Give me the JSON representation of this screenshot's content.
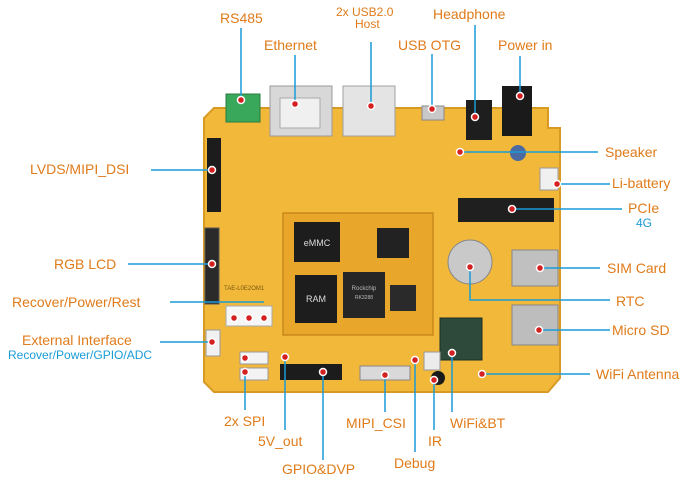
{
  "board": {
    "silkscreen": "TAE-L0E2OM1",
    "chips": {
      "emmc": "eMMC",
      "ram": "RAM",
      "soc_brand": "Rockchip",
      "soc_model": "RK3288"
    }
  },
  "labels": {
    "rs485": "RS485",
    "ethernet": "Ethernet",
    "usb_host": "2x USB2.0",
    "usb_host_sub": "Host",
    "usb_otg": "USB OTG",
    "headphone": "Headphone",
    "power_in": "Power in",
    "lvds": "LVDS/MIPI_DSI",
    "speaker": "Speaker",
    "li_battery": "Li-battery",
    "pcie": "PCIe",
    "pcie_sub": "4G",
    "rgb_lcd": "RGB LCD",
    "sim_card": "SIM Card",
    "recover": "Recover/Power/Rest",
    "rtc": "RTC",
    "ext_if": "External Interface",
    "ext_if_sub": "Recover/Power/GPIO/ADC",
    "micro_sd": "Micro SD",
    "wifi_antenna": "WiFi Antenna",
    "spi": "2x SPI",
    "mipi_csi": "MIPI_CSI",
    "wifi_bt": "WiFi&BT",
    "five_v_out": "5V_out",
    "ir": "IR",
    "gpio_dvp": "GPIO&DVP",
    "debug": "Debug"
  },
  "colors": {
    "label_text": "#e07b1a",
    "sub_text": "#1a9bd7",
    "leader_line": "#1a9bd7",
    "board": "#f2b83a",
    "marker": "#d42020"
  }
}
